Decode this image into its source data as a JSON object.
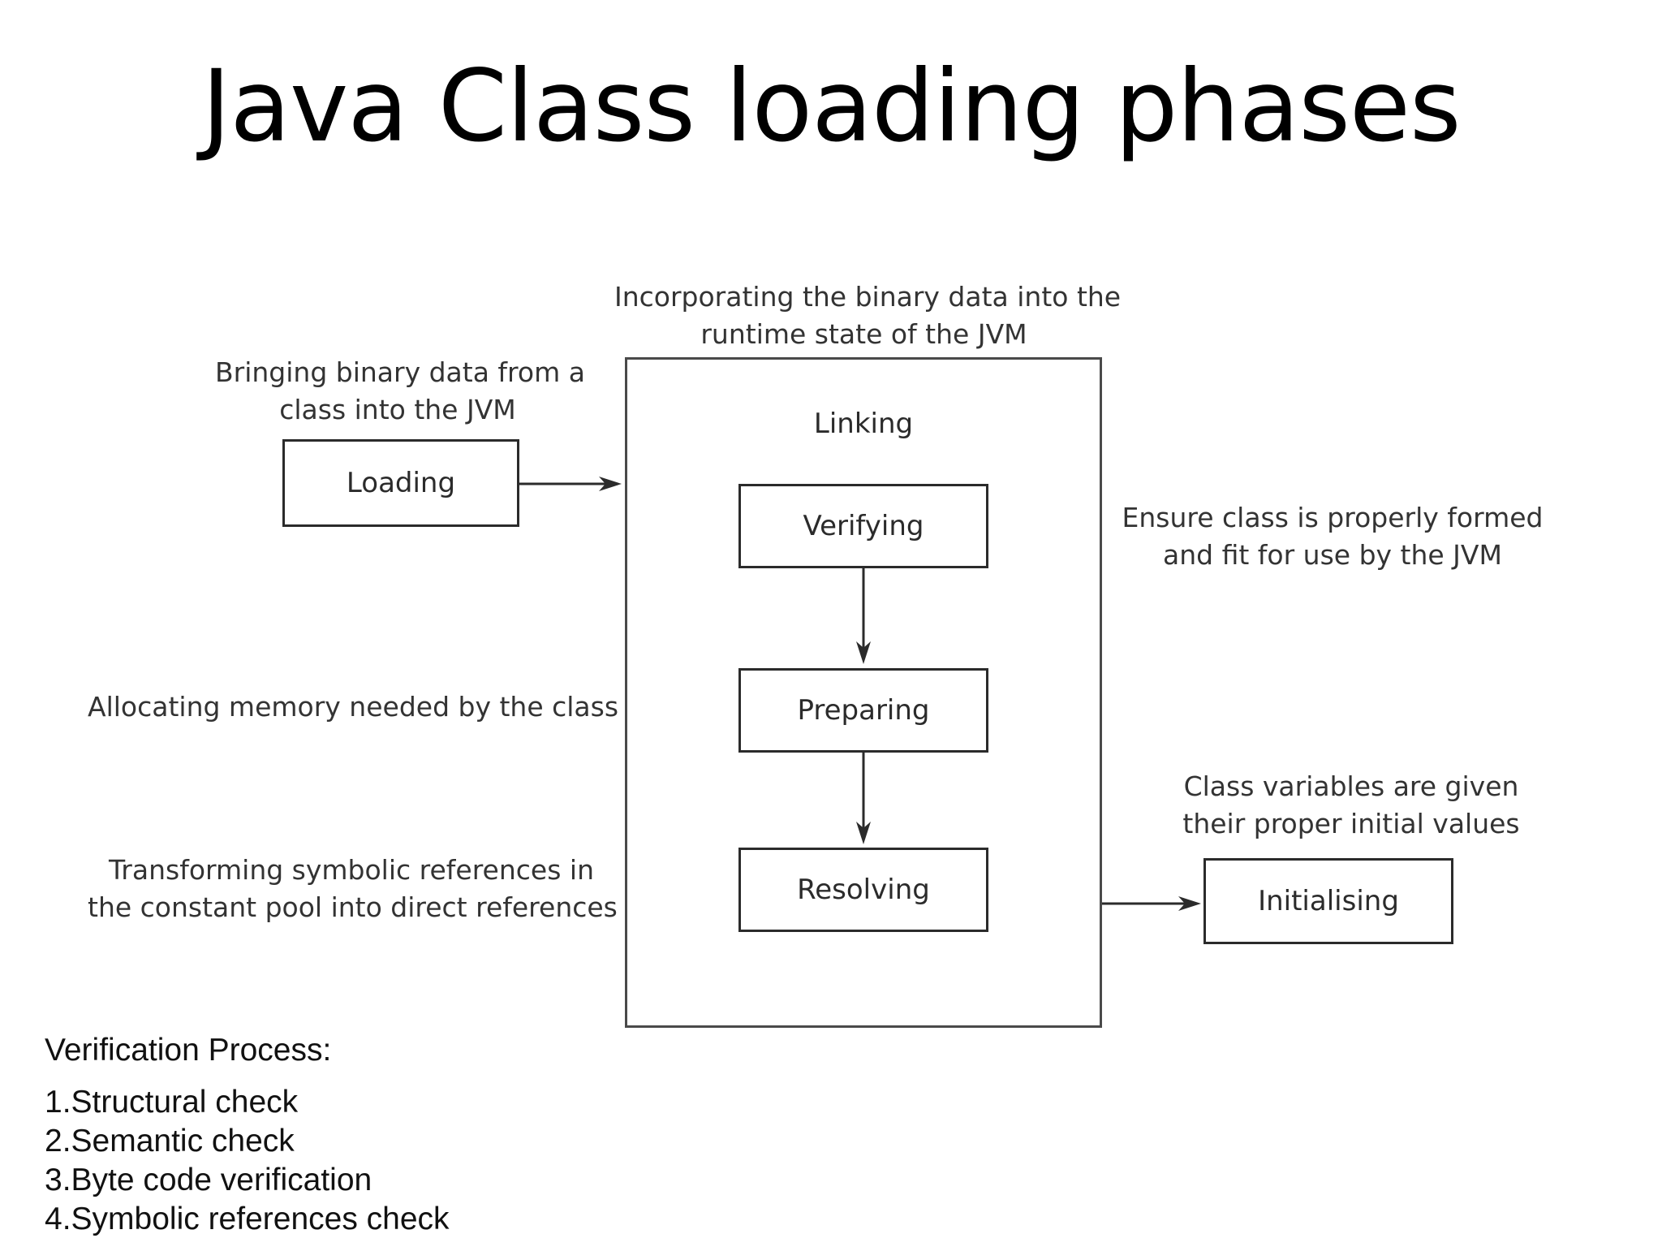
{
  "title": "Java Class loading phases",
  "diagram": {
    "loading": {
      "label": "Loading",
      "caption": [
        "Bringing binary data from a",
        "class into the JVM"
      ]
    },
    "linking": {
      "label": "Linking",
      "caption": [
        "Incorporating the binary data into the",
        "runtime state of the JVM"
      ],
      "verifying": {
        "label": "Verifying",
        "caption": [
          "Ensure class is properly formed",
          "and fit for use by the JVM"
        ]
      },
      "preparing": {
        "label": "Preparing",
        "caption": [
          "Allocating memory needed by the class"
        ]
      },
      "resolving": {
        "label": "Resolving",
        "caption": [
          "Transforming symbolic references in",
          "the constant pool into direct references"
        ]
      }
    },
    "initialising": {
      "label": "Initialising",
      "caption": [
        "Class variables are given",
        "their proper initial values"
      ]
    }
  },
  "notes": {
    "heading": "Verification Process:",
    "items": [
      "1.Structural check",
      "2.Semantic check",
      "3.Byte code verification",
      "4.Symbolic references check"
    ]
  }
}
